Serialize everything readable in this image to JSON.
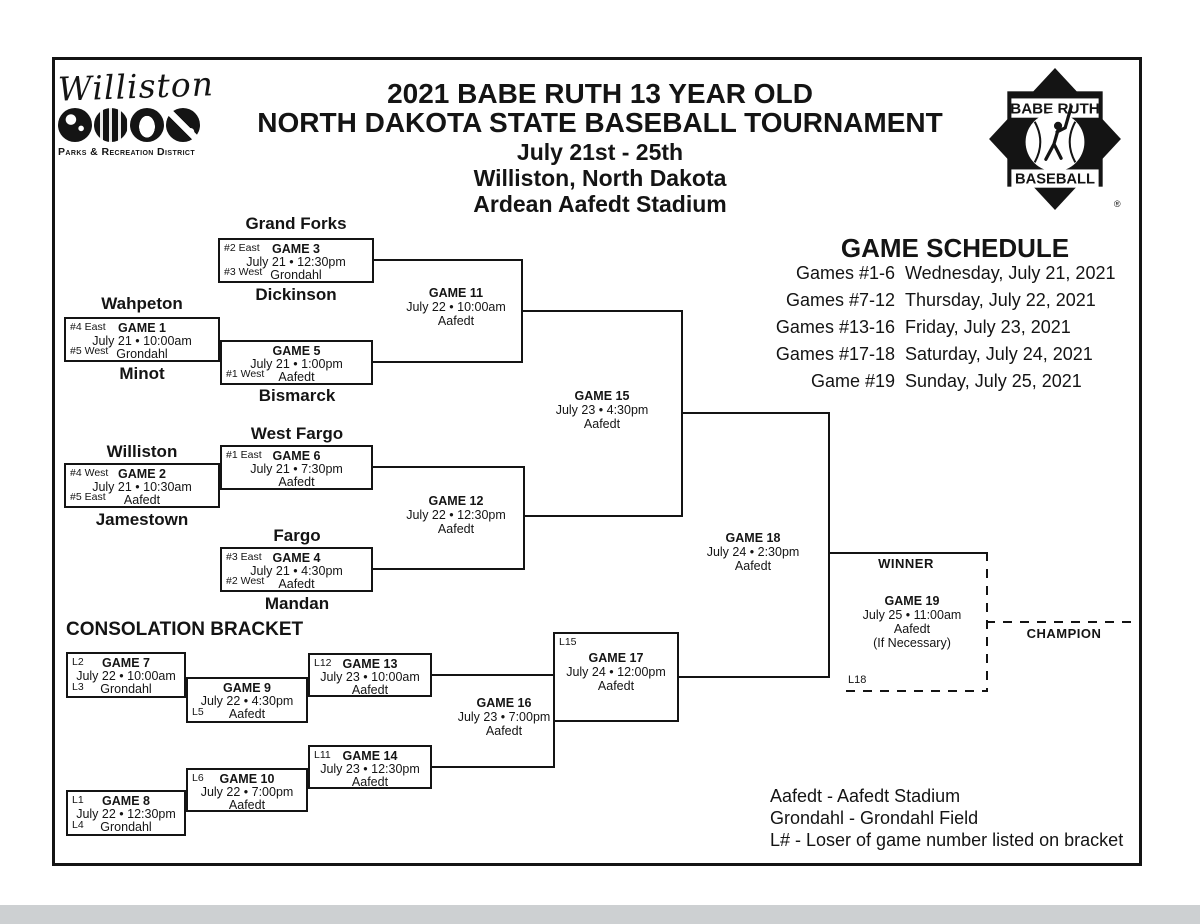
{
  "header": {
    "title_lines": [
      "2021 BABE RUTH 13 YEAR OLD",
      "NORTH DAKOTA STATE BASEBALL TOURNAMENT",
      "July 21st - 25th",
      "Williston, North Dakota",
      "Ardean Aafedt Stadium"
    ]
  },
  "logos": {
    "williston": {
      "name": "Williston",
      "subtitle": "Parks & Recreation District"
    },
    "babe_ruth": {
      "top": "BABE RUTH",
      "bottom": "BASEBALL",
      "registered": "®"
    }
  },
  "schedule": {
    "title": "GAME SCHEDULE",
    "rows": [
      {
        "games": "Games #1-6",
        "date": "Wednesday, July 21, 2021"
      },
      {
        "games": "Games #7-12",
        "date": "Thursday, July 22, 2021"
      },
      {
        "games": "Games #13-16",
        "date": "Friday, July 23, 2021"
      },
      {
        "games": "Games #17-18",
        "date": "Saturday, July 24, 2021"
      },
      {
        "games": "Game #19",
        "date": "Sunday, July 25, 2021"
      }
    ]
  },
  "labels": {
    "consolation": "CONSOLATION BRACKET",
    "winner": "WINNER",
    "champion": "CHAMPION",
    "l15": "L15",
    "l18": "L18"
  },
  "games": {
    "g1": {
      "title": "GAME 1",
      "datetime": "July 21 • 10:00am",
      "venue": "Grondahl",
      "seed_top": "#4 East",
      "seed_bottom": "#5 West",
      "team_top": "Wahpeton",
      "team_bottom": "Minot"
    },
    "g2": {
      "title": "GAME 2",
      "datetime": "July 21 • 10:30am",
      "venue": "Aafedt",
      "seed_top": "#4 West",
      "seed_bottom": "#5 East",
      "team_top": "Williston",
      "team_bottom": "Jamestown"
    },
    "g3": {
      "title": "GAME 3",
      "datetime": "July 21 • 12:30pm",
      "venue": "Grondahl",
      "seed_top": "#2 East",
      "seed_bottom": "#3 West",
      "team_top": "Grand Forks",
      "team_bottom": "Dickinson"
    },
    "g4": {
      "title": "GAME 4",
      "datetime": "July 21 • 4:30pm",
      "venue": "Aafedt",
      "seed_top": "#3 East",
      "seed_bottom": "#2 West",
      "team_top": "Fargo",
      "team_bottom": "Mandan"
    },
    "g5": {
      "title": "GAME 5",
      "datetime": "July 21 • 1:00pm",
      "venue": "Aafedt",
      "seed_bottom": "#1 West",
      "team_bottom": "Bismarck"
    },
    "g6": {
      "title": "GAME 6",
      "datetime": "July 21 • 7:30pm",
      "venue": "Aafedt",
      "seed_top": "#1 East",
      "team_top": "West Fargo"
    },
    "g7": {
      "title": "GAME 7",
      "datetime": "July 22 • 10:00am",
      "venue": "Grondahl",
      "seed_top": "L2",
      "seed_bottom": "L3"
    },
    "g8": {
      "title": "GAME 8",
      "datetime": "July 22 • 12:30pm",
      "venue": "Grondahl",
      "seed_top": "L1",
      "seed_bottom": "L4"
    },
    "g9": {
      "title": "GAME 9",
      "datetime": "July 22 • 4:30pm",
      "venue": "Aafedt",
      "seed_bottom": "L5"
    },
    "g10": {
      "title": "GAME 10",
      "datetime": "July 22 • 7:00pm",
      "venue": "Aafedt",
      "seed_top": "L6"
    },
    "g11": {
      "title": "GAME 11",
      "datetime": "July 22 • 10:00am",
      "venue": "Aafedt"
    },
    "g12": {
      "title": "GAME 12",
      "datetime": "July 22 • 12:30pm",
      "venue": "Aafedt"
    },
    "g13": {
      "title": "GAME 13",
      "datetime": "July 23 • 10:00am",
      "venue": "Aafedt",
      "seed_top": "L12"
    },
    "g14": {
      "title": "GAME 14",
      "datetime": "July 23 • 12:30pm",
      "venue": "Aafedt",
      "seed_top": "L11"
    },
    "g15": {
      "title": "GAME 15",
      "datetime": "July 23 • 4:30pm",
      "venue": "Aafedt"
    },
    "g16": {
      "title": "GAME 16",
      "datetime": "July 23 • 7:00pm",
      "venue": "Aafedt"
    },
    "g17": {
      "title": "GAME 17",
      "datetime": "July 24 • 12:00pm",
      "venue": "Aafedt",
      "seed_top": "L15"
    },
    "g18": {
      "title": "GAME 18",
      "datetime": "July 24 • 2:30pm",
      "venue": "Aafedt"
    },
    "g19": {
      "title": "GAME 19",
      "datetime": "July 25 • 11:00am",
      "venue": "Aafedt",
      "note": "(If Necessary)",
      "seed_bottom": "L18"
    }
  },
  "legend": {
    "lines": [
      "Aafedt - Aafedt Stadium",
      "Grondahl - Grondahl Field",
      "L# - Loser of game number listed on bracket"
    ]
  }
}
